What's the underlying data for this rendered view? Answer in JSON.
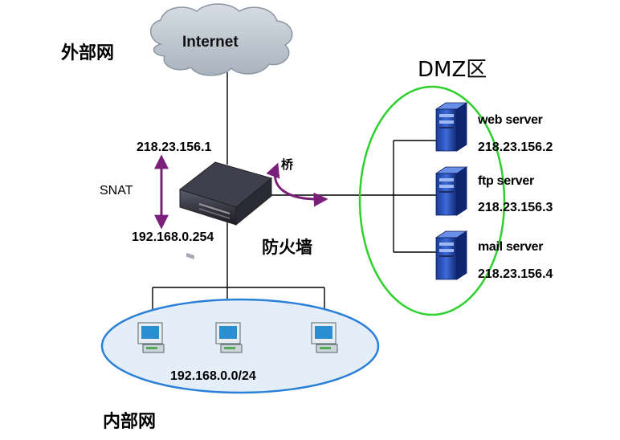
{
  "zones": {
    "external": "外部网",
    "internal": "内部网",
    "dmz": "DMZ区"
  },
  "internet": {
    "label": "Internet"
  },
  "firewall": {
    "label": "防火墙",
    "bridge_label": "桥",
    "snat_label": "SNAT",
    "outer_ip": "218.23.156.1",
    "inner_ip": "192.168.0.254"
  },
  "dmz_servers": [
    {
      "name": "web server",
      "ip": "218.23.156.2"
    },
    {
      "name": "ftp server",
      "ip": "218.23.156.3"
    },
    {
      "name": "mail server",
      "ip": "218.23.156.4"
    }
  ],
  "lan": {
    "subnet": "192.168.0.0/24"
  },
  "colors": {
    "dmz_ellipse": "#2ed02e",
    "lan_ellipse": "#2a7fd8",
    "lan_fill": "#e3eef9",
    "arrow": "#7a1f7a",
    "cloud": "#b9c2cc"
  }
}
